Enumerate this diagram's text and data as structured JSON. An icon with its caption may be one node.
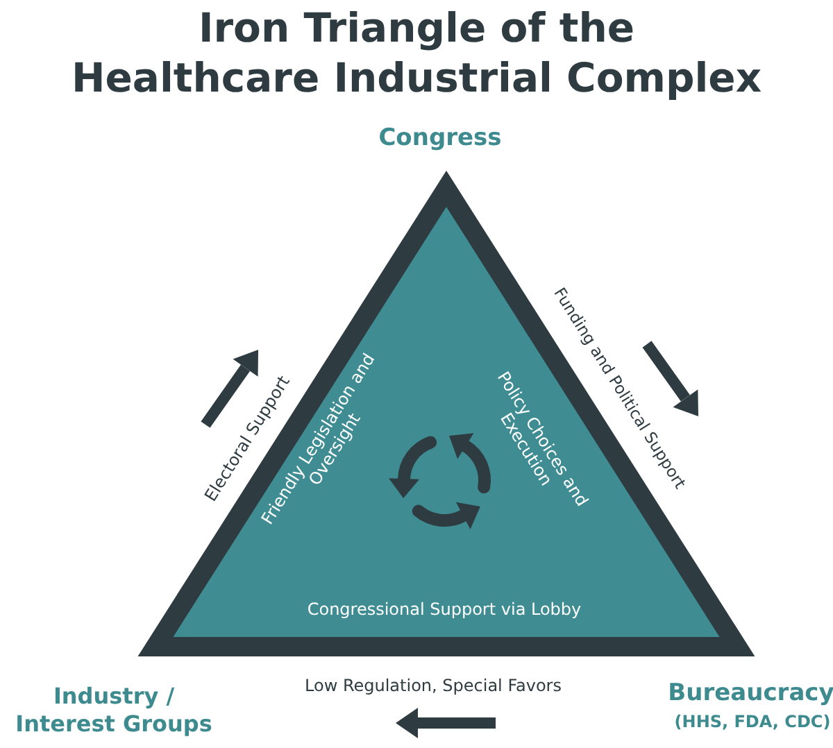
{
  "diagram": {
    "title": "Iron Triangle of the Healthcare Industrial Complex",
    "nodes": [
      {
        "text": [
          "Friendly Legislation and Oversight",
          "Policy Choices and Execution",
          "Congressional Support via Lobby"
        ]
      }
    ],
    "labels": [
      "Congress",
      "Electoral Support",
      "Funding and Political Support",
      "Industry / Interest Groups",
      "Low Regulation, Special Favors",
      "Bureaucracy",
      "(HHS, FDA, CDC)"
    ]
  }
}
